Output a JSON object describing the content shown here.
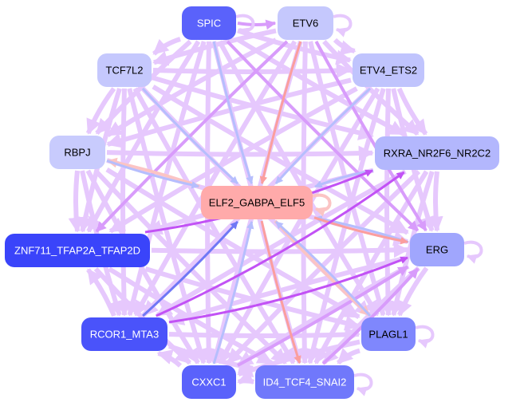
{
  "diagram": {
    "title": "",
    "node_color_legend": {
      "target": "#ffaaaa",
      "light": "#c5c8fd",
      "medium_light": "#b3b7fd",
      "medium": "#a0a6fd",
      "medium_dark": "#7f87fd",
      "dark": "#5a62fb",
      "darkest": "#3a44fa"
    },
    "edge_colors": {
      "default": "#e6c8fd",
      "strong_purple": "#c252f5",
      "medium_purple": "#d89cfb",
      "red": "#fb9e9e",
      "light_red": "#fbc4c4",
      "blue": "#b6befd",
      "dark_blue": "#7078f5"
    },
    "nodes": [
      {
        "id": "SPIC",
        "label": "SPIC",
        "color": "#5a62fb",
        "text_color": "#ffffff"
      },
      {
        "id": "ETV6",
        "label": "ETV6",
        "color": "#c5c8fd",
        "text_color": "#000000"
      },
      {
        "id": "TCF7L2",
        "label": "TCF7L2",
        "color": "#c5c8fd",
        "text_color": "#000000"
      },
      {
        "id": "ETV4_ETS2",
        "label": "ETV4_ETS2",
        "color": "#c0c4fd",
        "text_color": "#000000"
      },
      {
        "id": "RBPJ",
        "label": "RBPJ",
        "color": "#c8cbfd",
        "text_color": "#000000"
      },
      {
        "id": "RXRA_NR2F6_NR2C2",
        "label": "RXRA_NR2F6_NR2C2",
        "color": "#b3b7fd",
        "text_color": "#000000"
      },
      {
        "id": "ELF2_GABPA_ELF5",
        "label": "ELF2_GABPA_ELF5",
        "color": "#ffaaaa",
        "text_color": "#000000"
      },
      {
        "id": "ZNF711_TFAP2A_TFAP2D",
        "label": "ZNF711_TFAP2A_TFAP2D",
        "color": "#3a44fa",
        "text_color": "#ffffff"
      },
      {
        "id": "ERG",
        "label": "ERG",
        "color": "#a0a6fd",
        "text_color": "#000000"
      },
      {
        "id": "RCOR1_MTA3",
        "label": "RCOR1_MTA3",
        "color": "#4a53fa",
        "text_color": "#ffffff"
      },
      {
        "id": "PLAGL1",
        "label": "PLAGL1",
        "color": "#7f87fd",
        "text_color": "#000000"
      },
      {
        "id": "CXXC1",
        "label": "CXXC1",
        "color": "#5a62fb",
        "text_color": "#ffffff"
      },
      {
        "id": "ID4_TCF4_SNAI2",
        "label": "ID4_TCF4_SNAI2",
        "color": "#7078fb",
        "text_color": "#ffffff"
      }
    ],
    "edges": [
      {
        "from": "SPIC",
        "to": "ETV6",
        "color": "medium_purple"
      },
      {
        "from": "SPIC",
        "to": "ELF2_GABPA_ELF5",
        "color": "blue"
      },
      {
        "from": "ETV6",
        "to": "ELF2_GABPA_ELF5",
        "color": "red"
      },
      {
        "from": "TCF7L2",
        "to": "ELF2_GABPA_ELF5",
        "color": "blue"
      },
      {
        "from": "ETV4_ETS2",
        "to": "ELF2_GABPA_ELF5",
        "color": "blue"
      },
      {
        "from": "RBPJ",
        "to": "ELF2_GABPA_ELF5",
        "color": "blue"
      },
      {
        "from": "ELF2_GABPA_ELF5",
        "to": "RBPJ",
        "color": "light_red"
      },
      {
        "from": "RXRA_NR2F6_NR2C2",
        "to": "ELF2_GABPA_ELF5",
        "color": "blue"
      },
      {
        "from": "ELF2_GABPA_ELF5",
        "to": "ERG",
        "color": "red"
      },
      {
        "from": "ERG",
        "to": "ELF2_GABPA_ELF5",
        "color": "blue"
      },
      {
        "from": "RCOR1_MTA3",
        "to": "ELF2_GABPA_ELF5",
        "color": "dark_blue"
      },
      {
        "from": "CXXC1",
        "to": "ELF2_GABPA_ELF5",
        "color": "blue"
      },
      {
        "from": "ELF2_GABPA_ELF5",
        "to": "ID4_TCF4_SNAI2",
        "color": "red"
      },
      {
        "from": "ELF2_GABPA_ELF5",
        "to": "PLAGL1",
        "color": "light_red"
      },
      {
        "from": "PLAGL1",
        "to": "ELF2_GABPA_ELF5",
        "color": "blue"
      },
      {
        "from": "ZNF711_TFAP2A_TFAP2D",
        "to": "RXRA_NR2F6_NR2C2",
        "color": "strong_purple"
      },
      {
        "from": "RBPJ",
        "to": "ZNF711_TFAP2A_TFAP2D",
        "color": "default"
      },
      {
        "from": "RCOR1_MTA3",
        "to": "ERG",
        "color": "strong_purple"
      },
      {
        "from": "RBPJ",
        "to": "RXRA_NR2F6_NR2C2",
        "color": "default"
      },
      {
        "from": "TCF7L2",
        "to": "ETV4_ETS2",
        "color": "default"
      },
      {
        "from": "TCF7L2",
        "to": "RBPJ",
        "color": "default"
      },
      {
        "from": "SPIC",
        "to": "ETV4_ETS2",
        "color": "default"
      },
      {
        "from": "SPIC",
        "to": "TCF7L2",
        "color": "default"
      },
      {
        "from": "ETV6",
        "to": "ETV4_ETS2",
        "color": "default"
      },
      {
        "from": "ETV4_ETS2",
        "to": "RXRA_NR2F6_NR2C2",
        "color": "default"
      },
      {
        "from": "RXRA_NR2F6_NR2C2",
        "to": "ERG",
        "color": "default"
      },
      {
        "from": "ERG",
        "to": "PLAGL1",
        "color": "default"
      },
      {
        "from": "PLAGL1",
        "to": "ID4_TCF4_SNAI2",
        "color": "default"
      },
      {
        "from": "ID4_TCF4_SNAI2",
        "to": "CXXC1",
        "color": "default"
      },
      {
        "from": "CXXC1",
        "to": "RCOR1_MTA3",
        "color": "default"
      },
      {
        "from": "RCOR1_MTA3",
        "to": "ZNF711_TFAP2A_TFAP2D",
        "color": "default"
      },
      {
        "from": "ZNF711_TFAP2A_TFAP2D",
        "to": "ERG",
        "color": "default"
      },
      {
        "from": "SPIC",
        "to": "RXRA_NR2F6_NR2C2",
        "color": "default"
      },
      {
        "from": "SPIC",
        "to": "ERG",
        "color": "medium_purple"
      },
      {
        "from": "SPIC",
        "to": "PLAGL1",
        "color": "default"
      },
      {
        "from": "SPIC",
        "to": "ID4_TCF4_SNAI2",
        "color": "default"
      },
      {
        "from": "SPIC",
        "to": "CXXC1",
        "color": "default"
      },
      {
        "from": "SPIC",
        "to": "RCOR1_MTA3",
        "color": "default"
      },
      {
        "from": "SPIC",
        "to": "ZNF711_TFAP2A_TFAP2D",
        "color": "default"
      },
      {
        "from": "SPIC",
        "to": "RBPJ",
        "color": "default"
      },
      {
        "from": "ETV6",
        "to": "TCF7L2",
        "color": "default"
      },
      {
        "from": "ETV6",
        "to": "RBPJ",
        "color": "default"
      },
      {
        "from": "ETV6",
        "to": "ZNF711_TFAP2A_TFAP2D",
        "color": "medium_purple"
      },
      {
        "from": "ETV6",
        "to": "RCOR1_MTA3",
        "color": "default"
      },
      {
        "from": "ETV6",
        "to": "CXXC1",
        "color": "default"
      },
      {
        "from": "ETV6",
        "to": "ID4_TCF4_SNAI2",
        "color": "default"
      },
      {
        "from": "ETV6",
        "to": "PLAGL1",
        "color": "default"
      },
      {
        "from": "ETV6",
        "to": "ERG",
        "color": "medium_purple"
      },
      {
        "from": "ETV6",
        "to": "RXRA_NR2F6_NR2C2",
        "color": "default"
      },
      {
        "from": "TCF7L2",
        "to": "RXRA_NR2F6_NR2C2",
        "color": "default"
      },
      {
        "from": "TCF7L2",
        "to": "ERG",
        "color": "default"
      },
      {
        "from": "TCF7L2",
        "to": "PLAGL1",
        "color": "default"
      },
      {
        "from": "TCF7L2",
        "to": "ID4_TCF4_SNAI2",
        "color": "default"
      },
      {
        "from": "TCF7L2",
        "to": "CXXC1",
        "color": "default"
      },
      {
        "from": "TCF7L2",
        "to": "RCOR1_MTA3",
        "color": "default"
      },
      {
        "from": "TCF7L2",
        "to": "ZNF711_TFAP2A_TFAP2D",
        "color": "default"
      },
      {
        "from": "ETV4_ETS2",
        "to": "RBPJ",
        "color": "default"
      },
      {
        "from": "ETV4_ETS2",
        "to": "ZNF711_TFAP2A_TFAP2D",
        "color": "default"
      },
      {
        "from": "ETV4_ETS2",
        "to": "RCOR1_MTA3",
        "color": "default"
      },
      {
        "from": "ETV4_ETS2",
        "to": "CXXC1",
        "color": "default"
      },
      {
        "from": "ETV4_ETS2",
        "to": "ID4_TCF4_SNAI2",
        "color": "default"
      },
      {
        "from": "ETV4_ETS2",
        "to": "PLAGL1",
        "color": "default"
      },
      {
        "from": "ETV4_ETS2",
        "to": "ERG",
        "color": "default"
      },
      {
        "from": "RBPJ",
        "to": "ERG",
        "color": "default"
      },
      {
        "from": "RBPJ",
        "to": "PLAGL1",
        "color": "default"
      },
      {
        "from": "RBPJ",
        "to": "ID4_TCF4_SNAI2",
        "color": "default"
      },
      {
        "from": "RBPJ",
        "to": "CXXC1",
        "color": "default"
      },
      {
        "from": "RBPJ",
        "to": "RCOR1_MTA3",
        "color": "default"
      },
      {
        "from": "RXRA_NR2F6_NR2C2",
        "to": "ZNF711_TFAP2A_TFAP2D",
        "color": "default"
      },
      {
        "from": "RXRA_NR2F6_NR2C2",
        "to": "RCOR1_MTA3",
        "color": "default"
      },
      {
        "from": "RXRA_NR2F6_NR2C2",
        "to": "CXXC1",
        "color": "default"
      },
      {
        "from": "RXRA_NR2F6_NR2C2",
        "to": "ID4_TCF4_SNAI2",
        "color": "default"
      },
      {
        "from": "RXRA_NR2F6_NR2C2",
        "to": "PLAGL1",
        "color": "default"
      },
      {
        "from": "ZNF711_TFAP2A_TFAP2D",
        "to": "PLAGL1",
        "color": "default"
      },
      {
        "from": "ZNF711_TFAP2A_TFAP2D",
        "to": "ID4_TCF4_SNAI2",
        "color": "default"
      },
      {
        "from": "ZNF711_TFAP2A_TFAP2D",
        "to": "CXXC1",
        "color": "default"
      },
      {
        "from": "ERG",
        "to": "RCOR1_MTA3",
        "color": "default"
      },
      {
        "from": "ERG",
        "to": "CXXC1",
        "color": "default"
      },
      {
        "from": "ERG",
        "to": "ID4_TCF4_SNAI2",
        "color": "default"
      },
      {
        "from": "RCOR1_MTA3",
        "to": "PLAGL1",
        "color": "default"
      },
      {
        "from": "RCOR1_MTA3",
        "to": "ID4_TCF4_SNAI2",
        "color": "default"
      },
      {
        "from": "PLAGL1",
        "to": "CXXC1",
        "color": "default"
      },
      {
        "from": "RCOR1_MTA3",
        "to": "RXRA_NR2F6_NR2C2",
        "color": "strong_purple"
      },
      {
        "from": "ID4_TCF4_SNAI2",
        "to": "ERG",
        "color": "medium_purple"
      },
      {
        "from": "CXXC1",
        "to": "ERG",
        "color": "medium_purple"
      }
    ],
    "self_loops": [
      "ETV6",
      "SPIC",
      "ELF2_GABPA_ELF5",
      "ERG",
      "PLAGL1",
      "ID4_TCF4_SNAI2"
    ]
  }
}
